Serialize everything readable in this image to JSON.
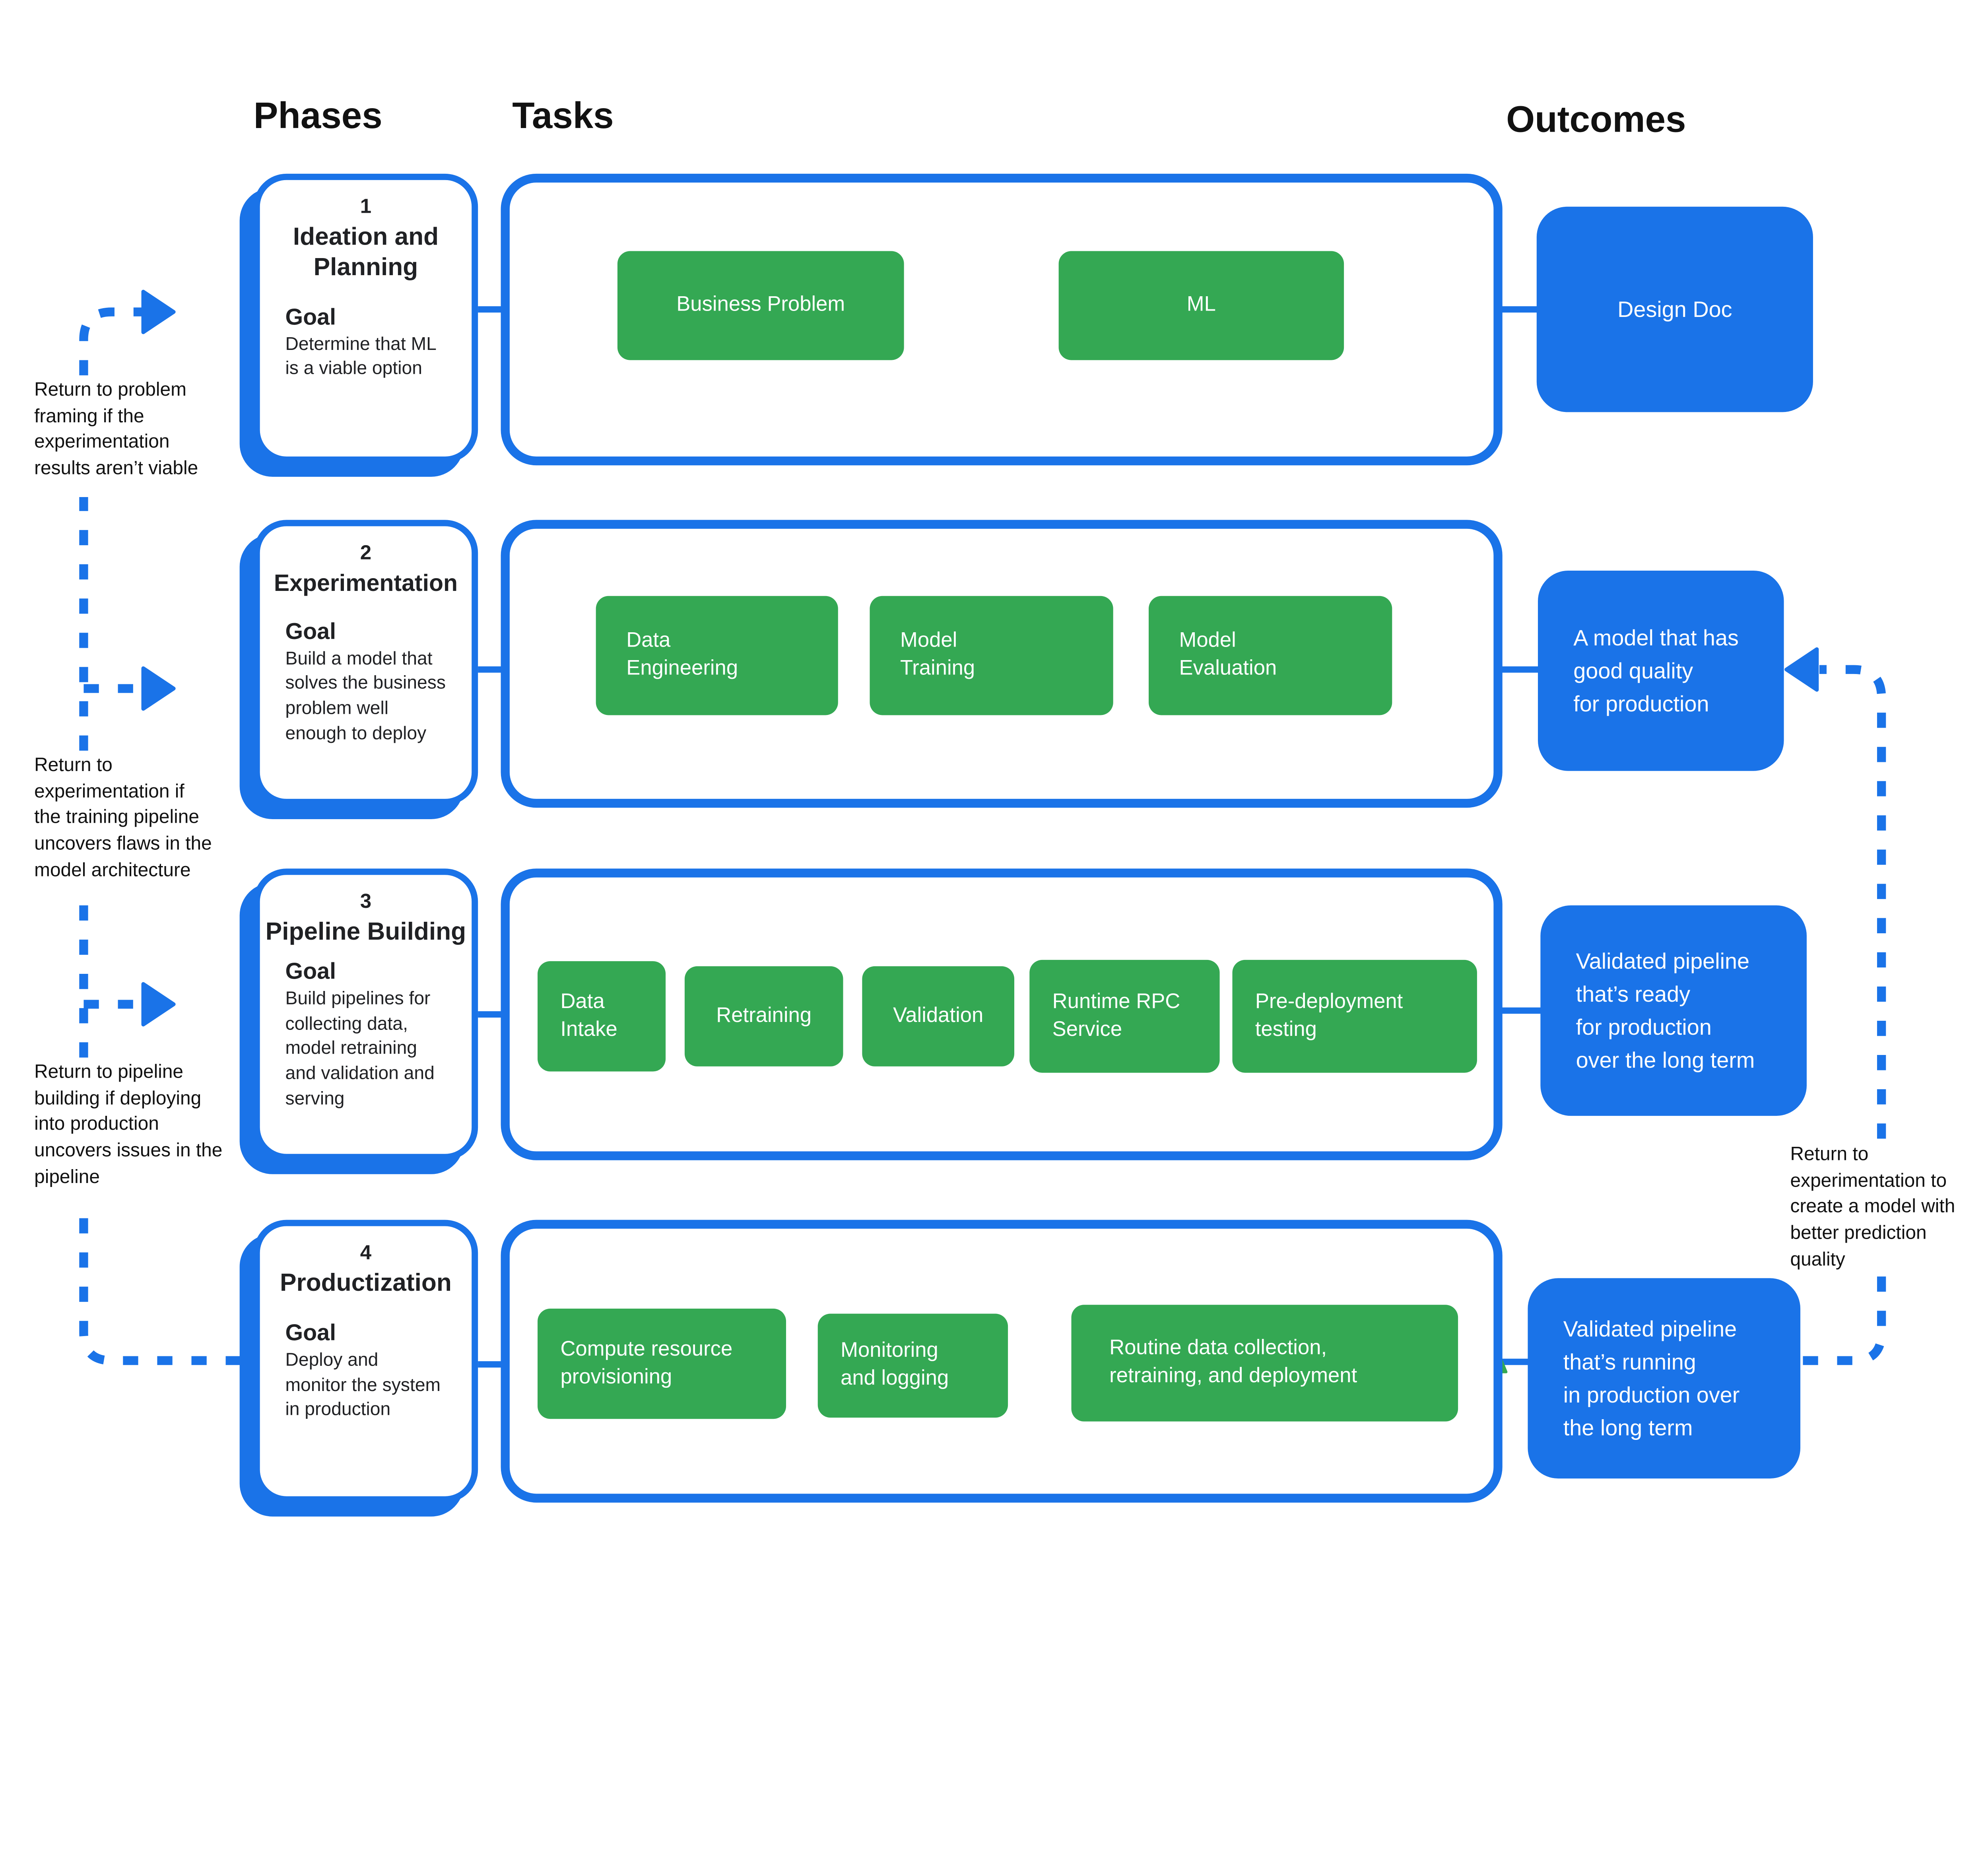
{
  "headers": {
    "phases": "Phases",
    "tasks": "Tasks",
    "outcomes": "Outcomes"
  },
  "phases": [
    {
      "number": "1",
      "title": "Ideation and\nPlanning",
      "goal_label": "Goal",
      "goal": "Determine that ML\nis a viable option"
    },
    {
      "number": "2",
      "title": "Experimentation",
      "goal_label": "Goal",
      "goal": "Build a model that\nsolves the business\nproblem well\nenough to deploy"
    },
    {
      "number": "3",
      "title": "Pipeline Building",
      "goal_label": "Goal",
      "goal": "Build pipelines for\ncollecting data,\nmodel retraining\nand validation and\nserving"
    },
    {
      "number": "4",
      "title": "Productization",
      "goal_label": "Goal",
      "goal": "Deploy and\nmonitor the system\nin production"
    }
  ],
  "tasks": {
    "row1": [
      "Business Problem",
      "ML"
    ],
    "row2": [
      "Data\nEngineering",
      "Model\nTraining",
      "Model\nEvaluation"
    ],
    "row3": [
      "Data\nIntake",
      "Retraining",
      "Validation",
      "Runtime RPC\nService",
      "Pre-deployment\ntesting"
    ],
    "row4": [
      "Compute resource\nprovisioning",
      "Monitoring\nand logging",
      "Routine data collection,\nretraining, and deployment"
    ]
  },
  "outcomes": [
    "Design Doc",
    "A model that has\ngood quality\nfor production",
    "Validated pipeline\nthat’s ready\nfor production\nover the long term",
    "Validated pipeline\nthat’s running\nin production over\nthe long term"
  ],
  "annotations": {
    "left1": "Return to problem\nframing if the\nexperimentation\nresults aren’t viable",
    "left2": "Return to\nexperimentation if\nthe training pipeline\nuncovers flaws in the\nmodel architecture",
    "left3": "Return to pipeline\nbuilding if deploying\ninto production\nuncovers issues in the\npipeline",
    "right": "Return to\nexperimentation to\ncreate a model with\nbetter prediction\nquality"
  },
  "colors": {
    "blue": "#1A73E8",
    "green": "#34A853",
    "text_black": "#202124"
  }
}
